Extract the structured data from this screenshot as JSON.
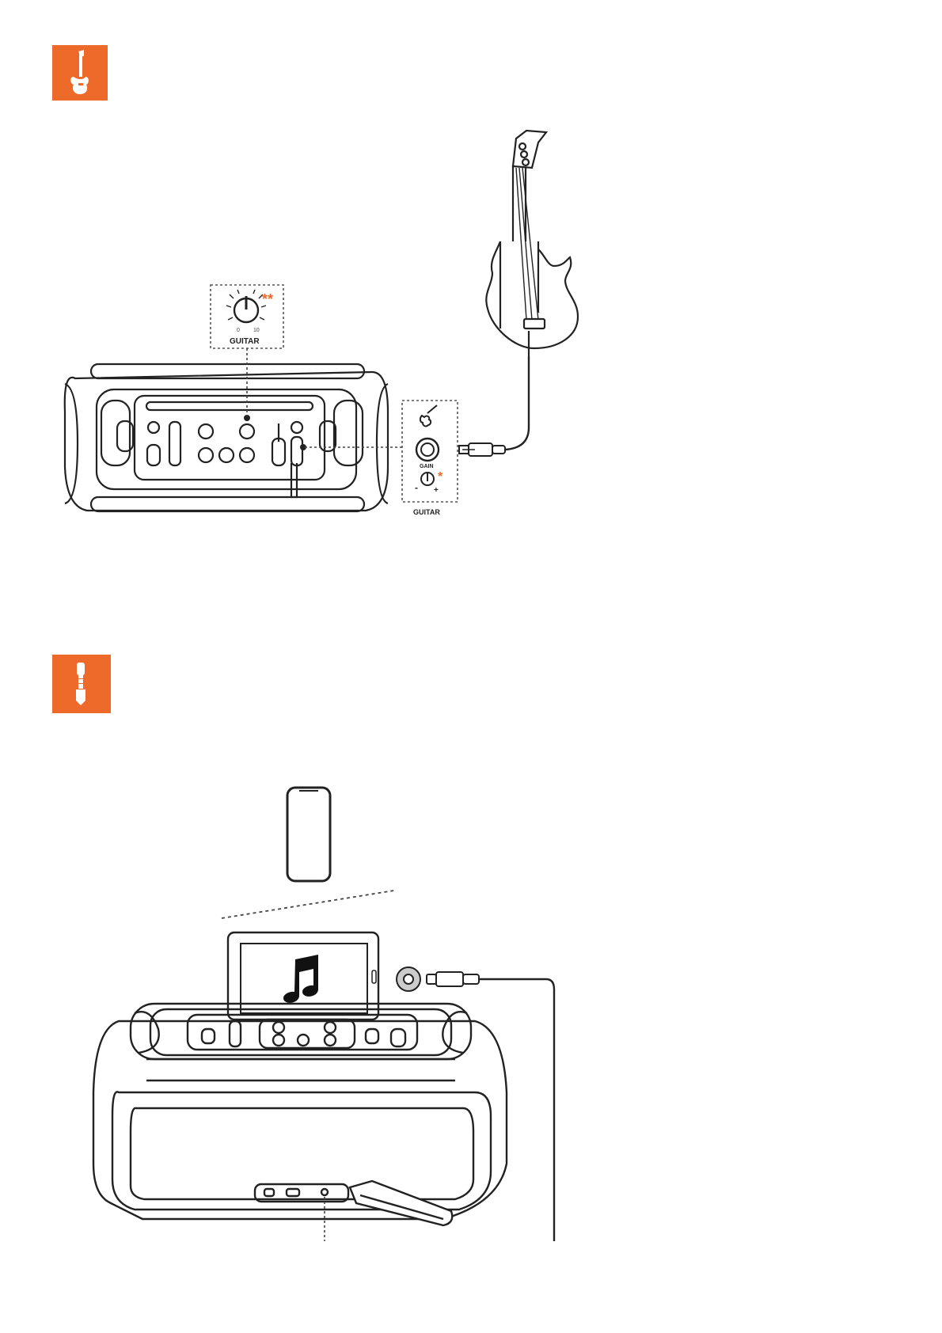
{
  "sections": [
    {
      "icon": "electric-guitar-icon",
      "accent": "#ee6a2b",
      "labels": {
        "knob_label": "GUITAR",
        "knob_min": "0",
        "knob_max": "10",
        "knob_marker": "**",
        "panel_gain": "GAIN",
        "panel_minus": "-",
        "panel_plus": "+",
        "panel_marker": "*",
        "panel_caption": "GUITAR"
      }
    },
    {
      "icon": "aux-plug-icon",
      "accent": "#ee6a2b",
      "labels": {}
    }
  ]
}
